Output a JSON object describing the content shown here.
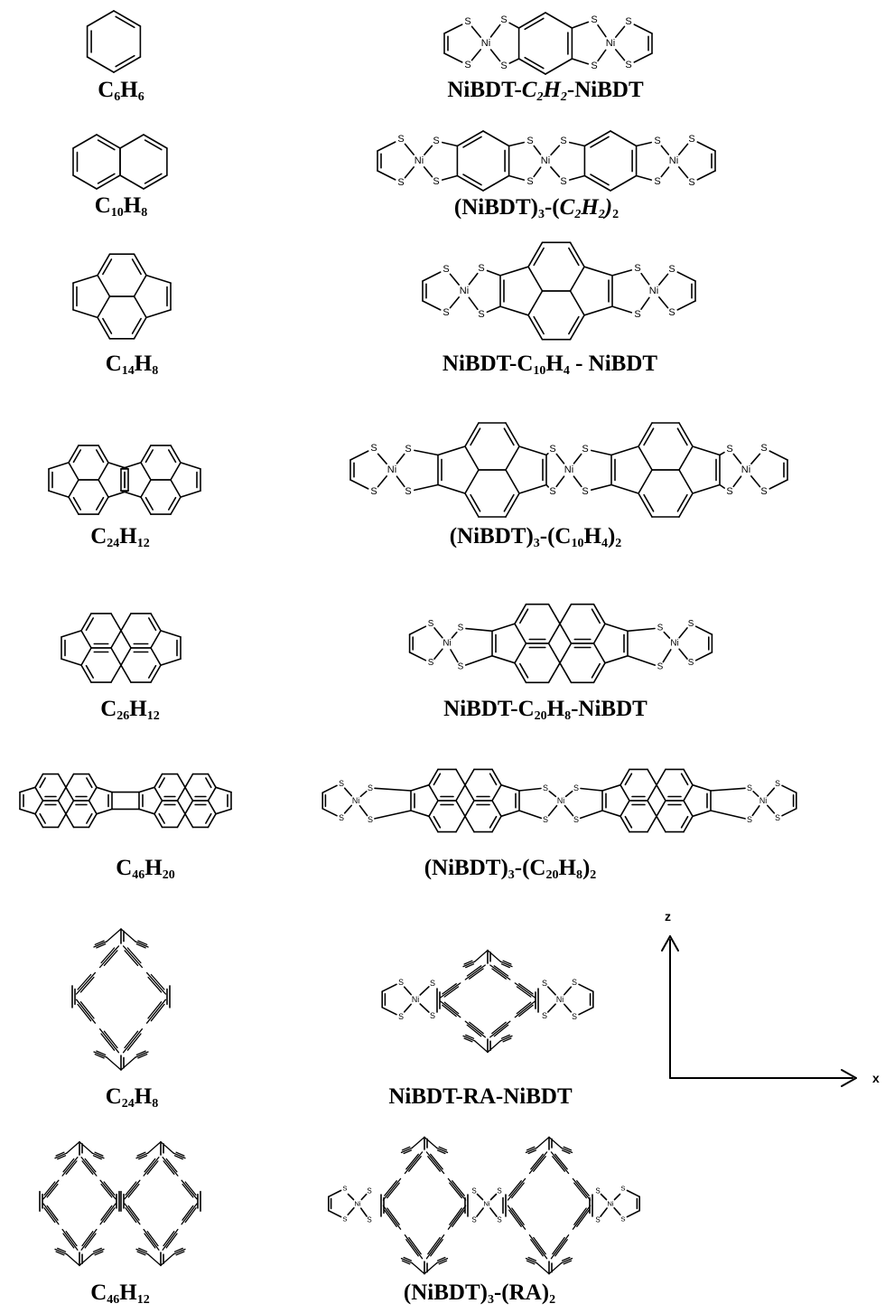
{
  "molecules": [
    {
      "id": "c6h6",
      "formula_parts": [
        [
          "C",
          ""
        ],
        [
          "6",
          "sub"
        ],
        [
          "H",
          ""
        ],
        [
          "6",
          "sub"
        ]
      ]
    },
    {
      "id": "nibdt-c2h2",
      "formula_parts": [
        [
          "NiBDT-",
          ""
        ],
        [
          "C",
          "it"
        ],
        [
          "2",
          "itsub"
        ],
        [
          "H",
          "it"
        ],
        [
          "2",
          "itsub"
        ],
        [
          "-NiBDT",
          ""
        ]
      ]
    },
    {
      "id": "c10h8",
      "formula_parts": [
        [
          "C",
          ""
        ],
        [
          "10",
          "sub"
        ],
        [
          "H",
          ""
        ],
        [
          "8",
          "sub"
        ]
      ]
    },
    {
      "id": "nibdt3-c2h2-2",
      "formula_parts": [
        [
          "(NiBDT)",
          ""
        ],
        [
          "3",
          "sub"
        ],
        [
          "-(",
          ""
        ],
        [
          "C",
          "it"
        ],
        [
          "2",
          "itsub"
        ],
        [
          "H",
          "it"
        ],
        [
          "2",
          "itsub"
        ],
        [
          ")",
          "it"
        ],
        [
          "2",
          "sub"
        ]
      ]
    },
    {
      "id": "c14h8",
      "formula_parts": [
        [
          "C",
          ""
        ],
        [
          "14",
          "sub"
        ],
        [
          "H",
          ""
        ],
        [
          "8",
          "sub"
        ]
      ]
    },
    {
      "id": "nibdt-c10h4",
      "formula_parts": [
        [
          "NiBDT-C",
          ""
        ],
        [
          "10",
          "sub"
        ],
        [
          "H",
          ""
        ],
        [
          "4",
          "sub"
        ],
        [
          " - NiBDT",
          ""
        ]
      ]
    },
    {
      "id": "c24h12",
      "formula_parts": [
        [
          "C",
          ""
        ],
        [
          "24",
          "sub"
        ],
        [
          "H",
          ""
        ],
        [
          "12",
          "sub"
        ]
      ]
    },
    {
      "id": "nibdt3-c10h4-2",
      "formula_parts": [
        [
          "(NiBDT)",
          ""
        ],
        [
          "3",
          "sub"
        ],
        [
          "-(C",
          ""
        ],
        [
          "10",
          "sub"
        ],
        [
          "H",
          ""
        ],
        [
          "4",
          "sub"
        ],
        [
          ")",
          ""
        ],
        [
          "2",
          "sub"
        ]
      ]
    },
    {
      "id": "c26h12",
      "formula_parts": [
        [
          "C",
          ""
        ],
        [
          "26",
          "sub"
        ],
        [
          "H",
          ""
        ],
        [
          "12",
          "sub"
        ]
      ]
    },
    {
      "id": "nibdt-c20h8",
      "formula_parts": [
        [
          "NiBDT-C",
          ""
        ],
        [
          "20",
          "sub"
        ],
        [
          "H",
          ""
        ],
        [
          "8",
          "sub"
        ],
        [
          "-NiBDT",
          ""
        ]
      ]
    },
    {
      "id": "c46h20",
      "formula_parts": [
        [
          "C",
          ""
        ],
        [
          "46",
          "sub"
        ],
        [
          "H",
          ""
        ],
        [
          "20",
          "sub"
        ]
      ]
    },
    {
      "id": "nibdt3-c20h8-2",
      "formula_parts": [
        [
          "(NiBDT)",
          ""
        ],
        [
          "3",
          "sub"
        ],
        [
          "-(C",
          ""
        ],
        [
          "20",
          "sub"
        ],
        [
          "H",
          ""
        ],
        [
          "8",
          "sub"
        ],
        [
          ")",
          ""
        ],
        [
          "2",
          "sub"
        ]
      ]
    },
    {
      "id": "c24h8",
      "formula_parts": [
        [
          "C",
          ""
        ],
        [
          "24",
          "sub"
        ],
        [
          "H",
          ""
        ],
        [
          "8",
          "sub"
        ]
      ]
    },
    {
      "id": "nibdt-ra",
      "formula_parts": [
        [
          "NiBDT-RA-NiBDT",
          ""
        ]
      ]
    },
    {
      "id": "c46h12",
      "formula_parts": [
        [
          "C",
          ""
        ],
        [
          "46",
          "sub"
        ],
        [
          "H",
          ""
        ],
        [
          "12",
          "sub"
        ]
      ]
    },
    {
      "id": "nibdt3-ra2",
      "formula_parts": [
        [
          "(NiBDT)",
          ""
        ],
        [
          "3",
          "sub"
        ],
        [
          "-(RA)",
          ""
        ],
        [
          "2",
          "sub"
        ]
      ]
    }
  ],
  "atom_labels": {
    "sulfur": "S",
    "nickel": "Ni"
  },
  "axes": {
    "z_label": "z",
    "x_label": "x"
  }
}
